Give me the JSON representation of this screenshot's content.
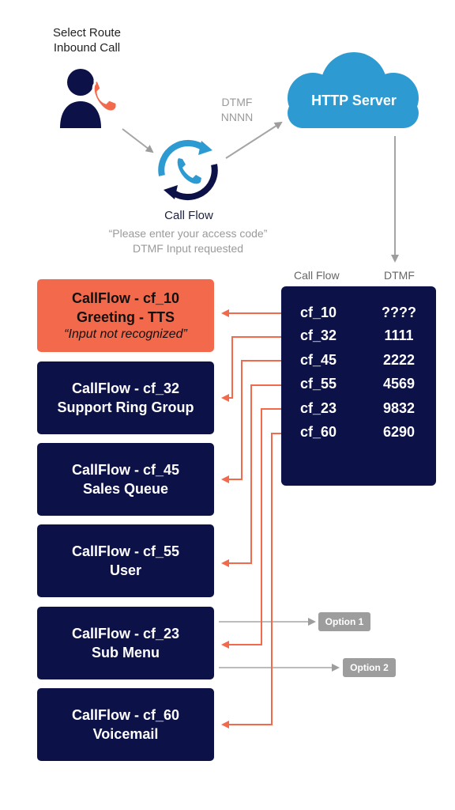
{
  "caller": {
    "line1": "Select Route",
    "line2": "Inbound Call"
  },
  "dtmf": {
    "line1": "DTMF",
    "line2": "NNNN"
  },
  "server": {
    "label": "HTTP Server"
  },
  "callflow": {
    "title": "Call Flow",
    "prompt": "“Please enter your access code”",
    "note": "DTMF Input requested"
  },
  "table": {
    "col_callflow": "Call Flow",
    "col_dtmf": "DTMF",
    "rows": [
      {
        "cf": "cf_10",
        "code": "????"
      },
      {
        "cf": "cf_32",
        "code": "1111"
      },
      {
        "cf": "cf_45",
        "code": "2222"
      },
      {
        "cf": "cf_55",
        "code": "4569"
      },
      {
        "cf": "cf_23",
        "code": "9832"
      },
      {
        "cf": "cf_60",
        "code": "6290"
      }
    ]
  },
  "destinations": [
    {
      "line1": "CallFlow - cf_10",
      "line2": "Greeting - TTS",
      "note": "“Input not recognized”"
    },
    {
      "line1": "CallFlow - cf_32",
      "line2": "Support Ring Group"
    },
    {
      "line1": "CallFlow - cf_45",
      "line2": "Sales Queue"
    },
    {
      "line1": "CallFlow - cf_55",
      "line2": "User"
    },
    {
      "line1": "CallFlow - cf_23",
      "line2": "Sub Menu"
    },
    {
      "line1": "CallFlow - cf_60",
      "line2": "Voicemail"
    }
  ],
  "options": [
    "Option 1",
    "Option 2"
  ],
  "colors": {
    "navy": "#0c1147",
    "orange": "#f26a4b",
    "blue": "#2d9bd2",
    "grey": "#9d9d9d"
  }
}
